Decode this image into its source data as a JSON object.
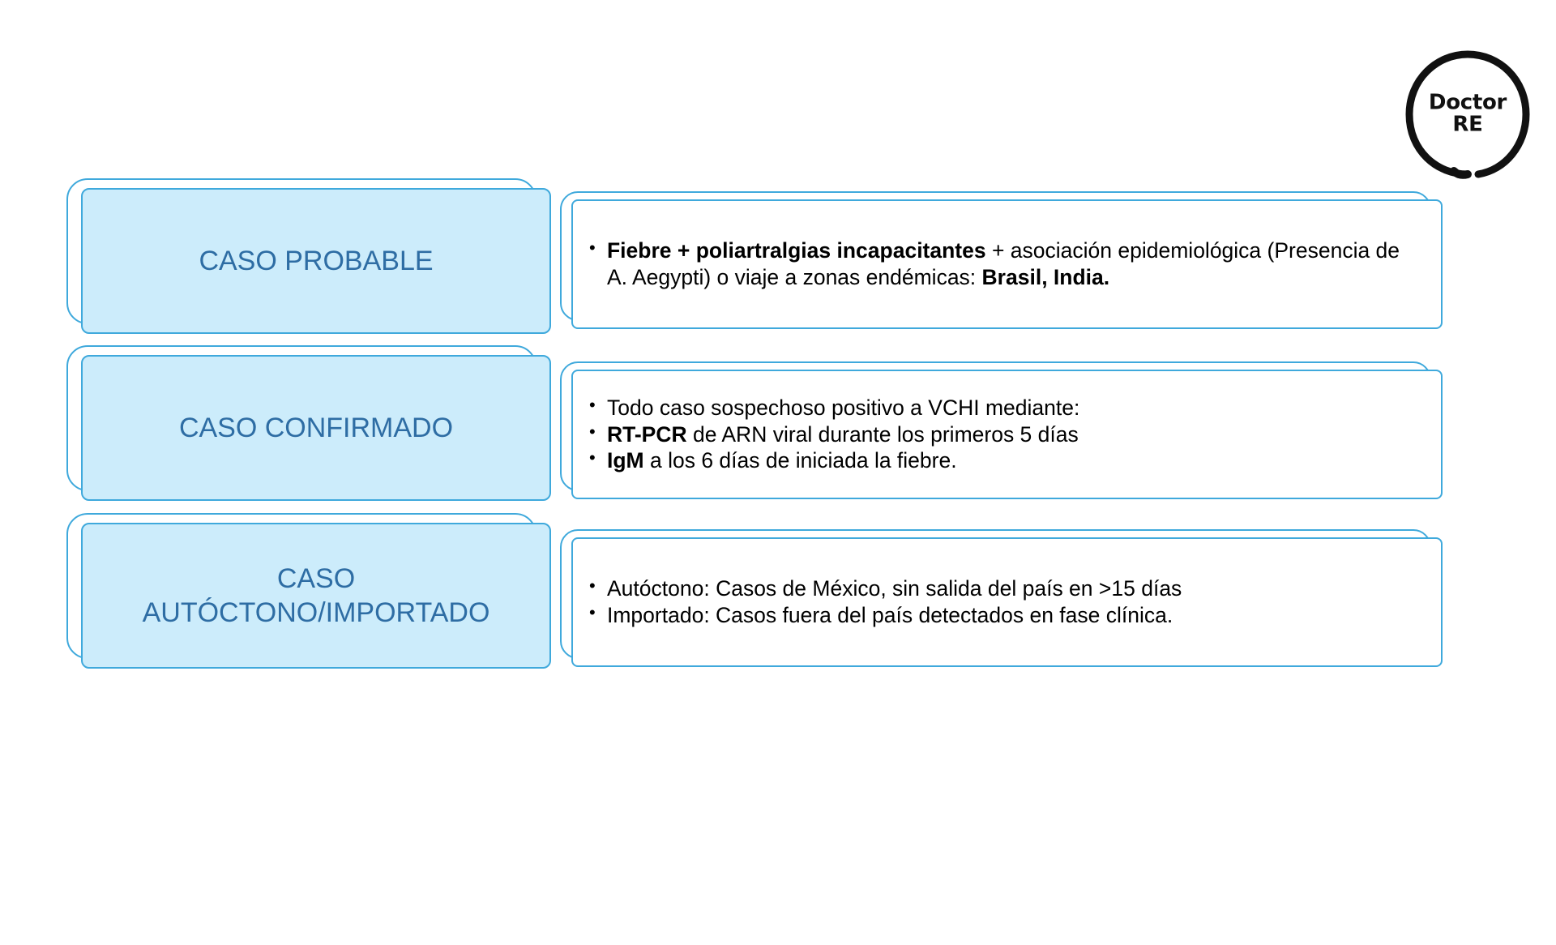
{
  "logo": {
    "line1": "Doctor",
    "line2": "RE",
    "icon": "circle-brush-ring-icon"
  },
  "colors": {
    "box_fill": "#CCECFB",
    "box_border": "#3FA9DC",
    "label_text": "#2E6DA4",
    "body_text": "#000000",
    "logo": "#111111"
  },
  "rows": [
    {
      "label": "CASO PROBABLE",
      "bullets": [
        [
          {
            "text": "Fiebre + poliartralgias incapacitantes",
            "bold": true
          },
          {
            "text": " + asociación epidemiológica (Presencia de A. Aegypti) o viaje a zonas endémicas: ",
            "bold": false
          },
          {
            "text": "Brasil, India.",
            "bold": true
          }
        ]
      ]
    },
    {
      "label": "CASO CONFIRMADO",
      "bullets": [
        [
          {
            "text": "Todo caso sospechoso  positivo a VCHI mediante:",
            "bold": false
          }
        ],
        [
          {
            "text": "RT-PCR",
            "bold": true
          },
          {
            "text": " de ARN viral durante los  primeros 5 días",
            "bold": false
          }
        ],
        [
          {
            "text": "IgM",
            "bold": true
          },
          {
            "text": " a los 6 días de iniciada la fiebre.",
            "bold": false
          }
        ]
      ]
    },
    {
      "label": "CASO\nAUTÓCTONO/IMPORTADO",
      "bullets": [
        [
          {
            "text": "Autóctono: Casos de México, sin salida del país en >15 días",
            "bold": false
          }
        ],
        [
          {
            "text": "Importado: Casos fuera del país detectados en fase clínica.",
            "bold": false
          }
        ]
      ]
    }
  ]
}
